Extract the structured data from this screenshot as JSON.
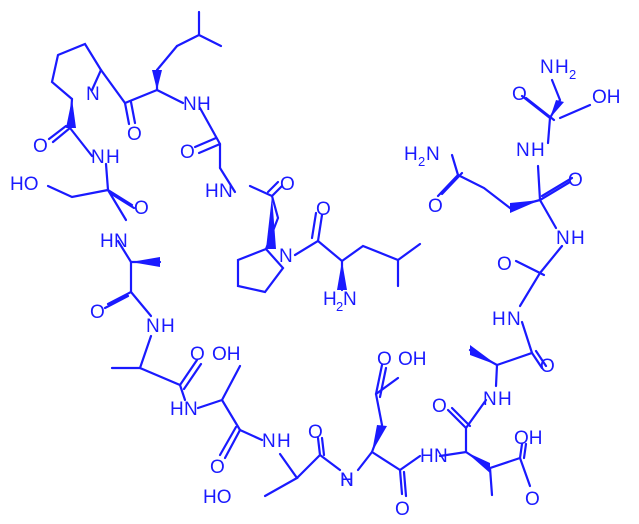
{
  "colors": {
    "structure": "#1a1aff",
    "background": "#ffffff"
  },
  "labels": {
    "pro1_n": "N",
    "leu1_nh": "N",
    "leu1_nh_h": "H",
    "pro1_o": "O",
    "ser1_nh": "N",
    "ser1_nh_h": "H",
    "ser1_ho": "HO",
    "leu1_o": "O",
    "gly1_o": "O",
    "gly1_nh": "N",
    "gly1_nh_h": "H",
    "ser1_o": "O",
    "pro2_o": "O",
    "ala1_nh": "N",
    "ala1_nh_h": "H",
    "pro2_n": "N",
    "leu2_o": "O",
    "leu2_nh2": "H",
    "leu2_nh2_sub": "2",
    "leu2_nh2_n": "N",
    "ala1_o": "O",
    "ala2_nh": "N",
    "ala2_nh_h": "H",
    "ala2_o": "O",
    "ser2_oh": "OH",
    "ser2_nh": "N",
    "ser2_nh_h": "H",
    "ser2_o": "O",
    "ser3_nh": "N",
    "ser3_nh_h": "H",
    "ser3_o": "O",
    "ser3_ho": "HO",
    "glu_nh": "N",
    "glu_nh_h": "H",
    "glu_cooh_o": "O",
    "glu_cooh_oh": "OH",
    "glu_o": "O",
    "asp_nh": "N",
    "asp_nh_h": "H",
    "asp_o": "O",
    "asp_cooh_oh": "OH",
    "asp_cooh_o": "O",
    "ala3_nh": "N",
    "ala3_nh_h": "H",
    "ala3_o": "O",
    "gly2_nh": "N",
    "gly2_nh_h": "H",
    "gly2_o": "O",
    "gln_nh": "N",
    "gln_nh_h": "H",
    "gln_o": "O",
    "gln_amide_h2n": "H",
    "gln_amide_sub": "2",
    "gln_amide_n": "N",
    "gln_amide_o": "O",
    "ser4_nh": "N",
    "ser4_nh_h": "H",
    "ser4_o": "O",
    "ser4_oh": "OH",
    "ctrm_nh2_n": "N",
    "ctrm_nh2_h": "H",
    "ctrm_nh2_sub": "2"
  }
}
